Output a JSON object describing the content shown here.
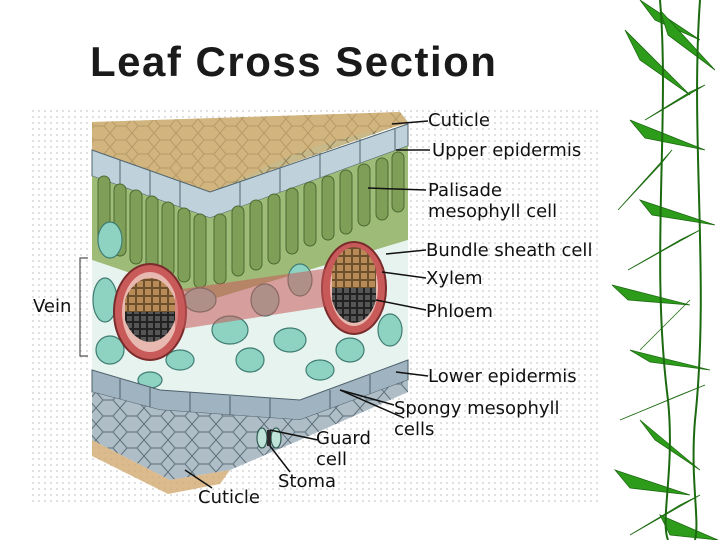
{
  "slide": {
    "title": "Leaf Cross Section"
  },
  "labels": {
    "cuticle_top": "Cuticle",
    "upper_epidermis": "Upper epidermis",
    "palisade_line1": "Palisade",
    "palisade_line2": "mesophyll cell",
    "bundle_sheath": "Bundle sheath cell",
    "xylem": "Xylem",
    "phloem": "Phloem",
    "vein": "Vein",
    "lower_epidermis": "Lower epidermis",
    "spongy_line1": "Spongy mesophyll",
    "spongy_line2": "cells",
    "guard_line1": "Guard",
    "guard_line2": "cell",
    "stoma": "Stoma",
    "cuticle_bottom": "Cuticle"
  },
  "colors": {
    "cuticle": "#d2a972",
    "upper_epidermis": "#b9cdd8",
    "palisade": "#8caa66",
    "spongy": "#8ed2c2",
    "xylem": "#8a7052",
    "phloem": "#4a4a4a",
    "bundle_sheath": "#b85050",
    "lower_epidermis": "#9cb0bd",
    "bamboo_leaf": "#2d9a1a"
  }
}
